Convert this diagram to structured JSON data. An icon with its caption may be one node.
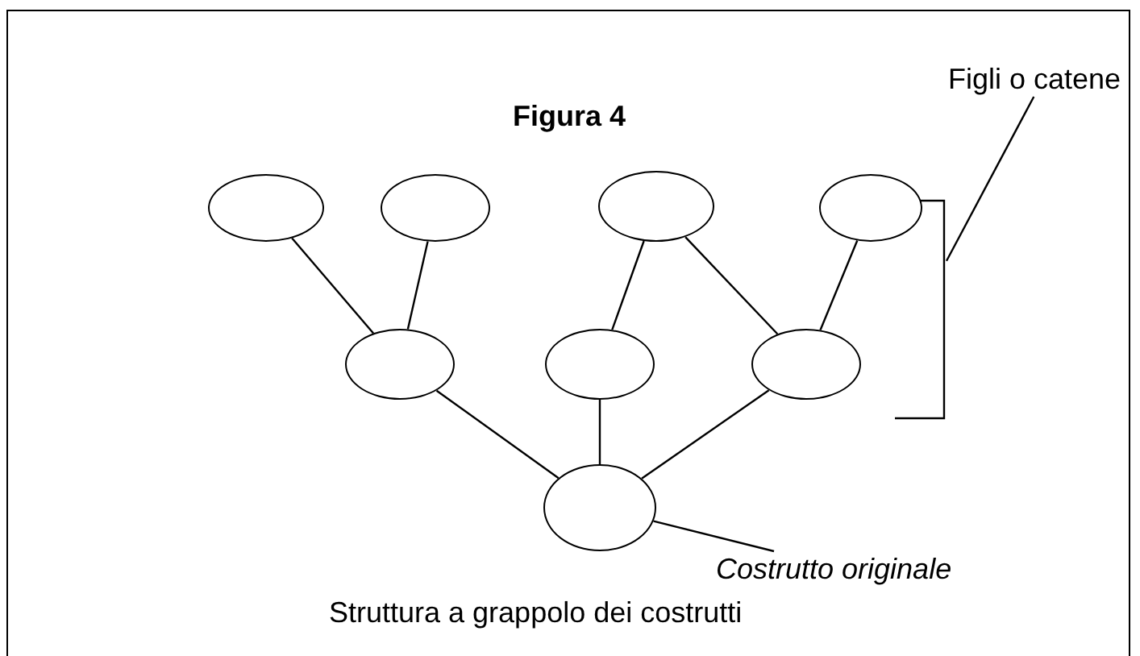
{
  "diagram": {
    "title": "Figura 4",
    "caption": "Struttura a grappolo dei costrutti",
    "nodes": [
      {
        "text": [],
        "shape": "ellipse"
      },
      {
        "text": [],
        "shape": "ellipse"
      },
      {
        "text": [],
        "shape": "ellipse"
      },
      {
        "text": [],
        "shape": "ellipse"
      },
      {
        "text": [],
        "shape": "ellipse"
      },
      {
        "text": [],
        "shape": "ellipse"
      },
      {
        "text": [],
        "shape": "ellipse"
      },
      {
        "text": [],
        "shape": "ellipse"
      },
      {
        "text": [
          "Figli o catene"
        ]
      },
      {
        "text": [],
        "shape": "bracket"
      },
      {
        "text": [
          "Costrutto originale"
        ]
      }
    ],
    "edges": [
      {
        "from": 0,
        "to": 4,
        "arrow": "none"
      },
      {
        "from": 1,
        "to": 4,
        "arrow": "none"
      },
      {
        "from": 2,
        "to": 5,
        "arrow": "none"
      },
      {
        "from": 2,
        "to": 6,
        "arrow": "none"
      },
      {
        "from": 3,
        "to": 6,
        "arrow": "none"
      },
      {
        "from": 4,
        "to": 7,
        "arrow": "none"
      },
      {
        "from": 5,
        "to": 7,
        "arrow": "none"
      },
      {
        "from": 6,
        "to": 7,
        "arrow": "none"
      },
      {
        "from": 8,
        "to": 9,
        "arrow": "none"
      },
      {
        "from": 10,
        "to": 7,
        "arrow": "none"
      }
    ]
  }
}
